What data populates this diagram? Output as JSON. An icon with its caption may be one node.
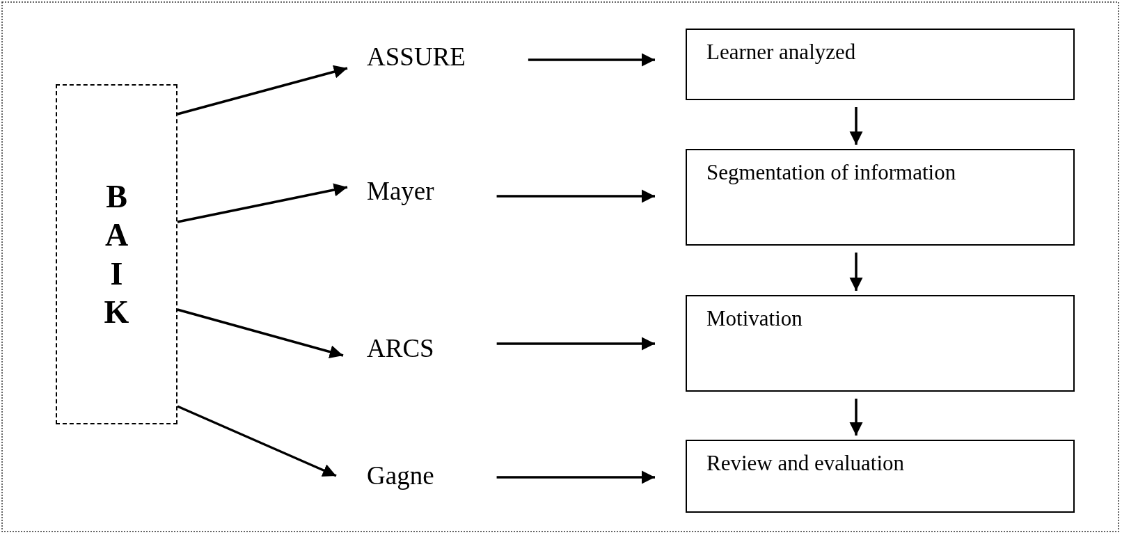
{
  "diagram": {
    "nodes": [
      {
        "text": [
          "B A I K"
        ]
      },
      {
        "text": [
          "ASSURE"
        ]
      },
      {
        "text": [
          "Mayer"
        ]
      },
      {
        "text": [
          "ARCS"
        ]
      },
      {
        "text": [
          "Gagne"
        ]
      },
      {
        "text": [
          "Learner analyzed"
        ]
      },
      {
        "text": [
          "Segmentation of information"
        ]
      },
      {
        "text": [
          "Motivation"
        ]
      },
      {
        "text": [
          "Review and evaluation"
        ]
      }
    ],
    "edges": [
      {
        "from": 0,
        "to": 1,
        "arrow": "to"
      },
      {
        "from": 0,
        "to": 2,
        "arrow": "to"
      },
      {
        "from": 0,
        "to": 3,
        "arrow": "to"
      },
      {
        "from": 0,
        "to": 4,
        "arrow": "to"
      },
      {
        "from": 1,
        "to": 5,
        "arrow": "to"
      },
      {
        "from": 2,
        "to": 6,
        "arrow": "to"
      },
      {
        "from": 3,
        "to": 7,
        "arrow": "to"
      },
      {
        "from": 4,
        "to": 8,
        "arrow": "to"
      },
      {
        "from": 5,
        "to": 6,
        "arrow": "to"
      },
      {
        "from": 6,
        "to": 7,
        "arrow": "to"
      },
      {
        "from": 7,
        "to": 8,
        "arrow": "to"
      }
    ]
  }
}
